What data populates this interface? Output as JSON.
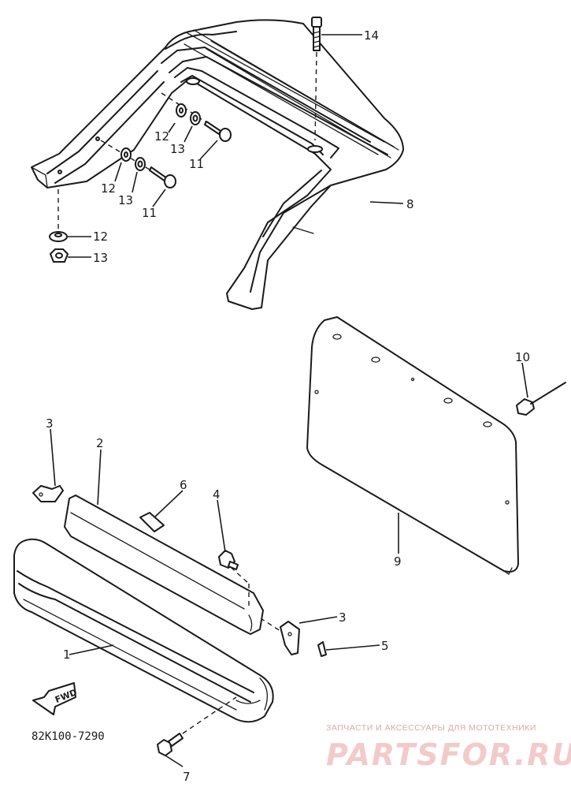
{
  "callouts": {
    "c1": "1",
    "c2": "2",
    "c3a": "3",
    "c3b": "3",
    "c4": "4",
    "c5": "5",
    "c6": "6",
    "c7": "7",
    "c8": "8",
    "c9": "9",
    "c10": "10",
    "c11a": "11",
    "c11b": "11",
    "c12a": "12",
    "c12b": "12",
    "c12c": "12",
    "c13a": "13",
    "c13b": "13",
    "c13c": "13",
    "c14": "14"
  },
  "diagram_code": "82K100-7290",
  "forward_arrow_label": "FWD",
  "watermark": {
    "line1": "ЗАПЧАСТИ И АКСЕССУАРЫ ДЛЯ МОТОТЕХНИКИ",
    "line2": "PARTSFOR.RU"
  }
}
